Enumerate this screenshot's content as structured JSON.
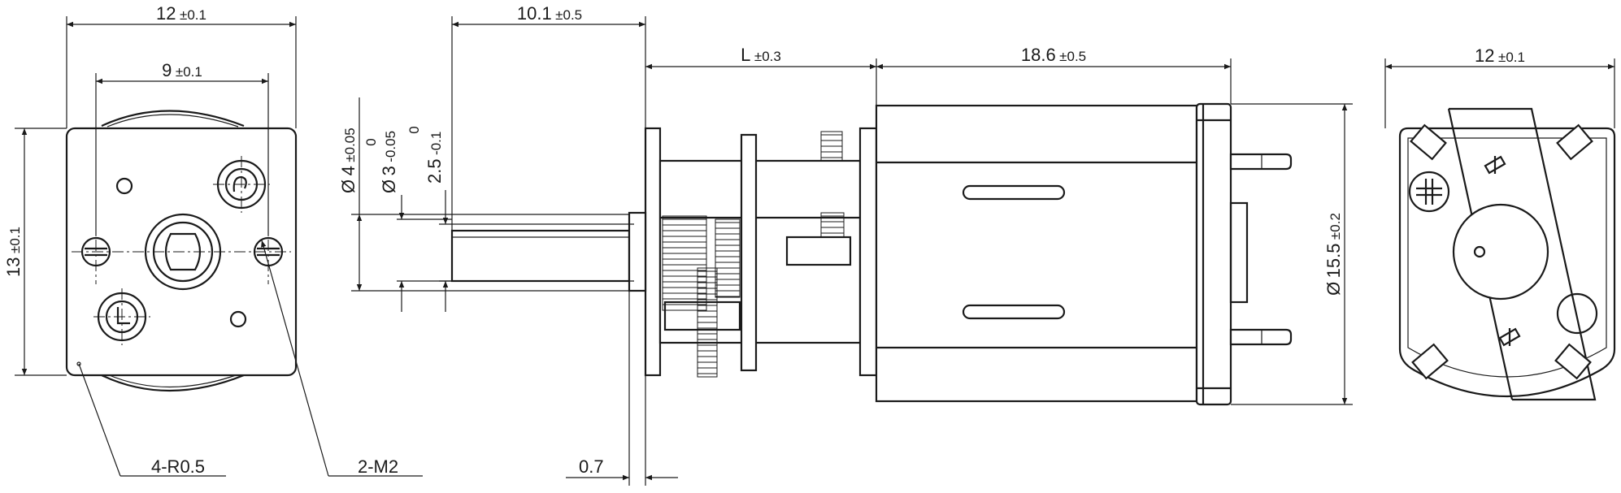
{
  "drawing": {
    "front_view": {
      "width_dim": {
        "value": "12",
        "tol": "±0.1"
      },
      "hole_spacing_dim": {
        "value": "9",
        "tol": "±0.1"
      },
      "height_dim": {
        "value": "13",
        "tol": "±0.1"
      },
      "corner_callout": "4-R0.5",
      "thread_callout": "2-M2"
    },
    "side_view": {
      "shaft_length_dim": {
        "value": "10.1",
        "tol": "±0.5"
      },
      "gearbox_length_dim": {
        "value": "L",
        "tol": "±0.3"
      },
      "motor_length_dim": {
        "value": "18.6",
        "tol": "±0.5"
      },
      "diameter_dim": {
        "symbol": "Ø",
        "value": "15.5",
        "tol": "±0.2"
      },
      "boss_dia_dim": {
        "symbol": "Ø",
        "value": "4",
        "tol_upper": "±0.05"
      },
      "shaft_dia_dim": {
        "symbol": "Ø",
        "value": "3",
        "tol_upper": "0",
        "tol_lower": "-0.05"
      },
      "flat_dim": {
        "value": "2.5",
        "tol_upper": "0",
        "tol_lower": "-0.1"
      },
      "flange_dim": {
        "value": "0.7"
      }
    },
    "rear_view": {
      "width_dim": {
        "value": "12",
        "tol": "±0.1"
      }
    }
  }
}
